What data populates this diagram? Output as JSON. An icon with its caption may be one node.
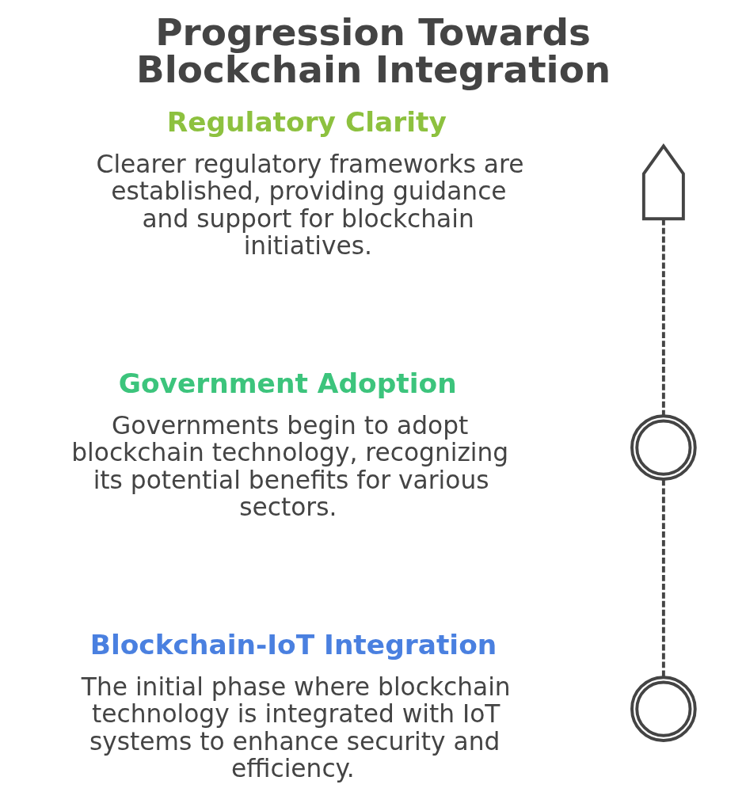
{
  "diagram": {
    "title": "Progression Towards Blockchain Integration",
    "nodes": [
      {
        "text": [],
        "shape": "picture",
        "beside": [
          "Regulatory Clarity",
          "Clearer regulatory frameworks are established, providing guidance and support for blockchain initiatives."
        ]
      },
      {
        "text": [],
        "shape": "picture",
        "beside": [
          "Government Adoption",
          "Governments begin to adopt blockchain technology, recognizing its potential benefits for various sectors."
        ]
      },
      {
        "text": [],
        "shape": "picture",
        "beside": [
          "Blockchain-IoT Integration",
          "The initial phase where blockchain technology is integrated with IoT systems to enhance security and efficiency."
        ]
      }
    ],
    "edges": [
      {
        "from": 0,
        "to": 1,
        "arrow": "none",
        "style": "dashed"
      },
      {
        "from": 1,
        "to": 2,
        "arrow": "none",
        "style": "dashed"
      }
    ]
  }
}
